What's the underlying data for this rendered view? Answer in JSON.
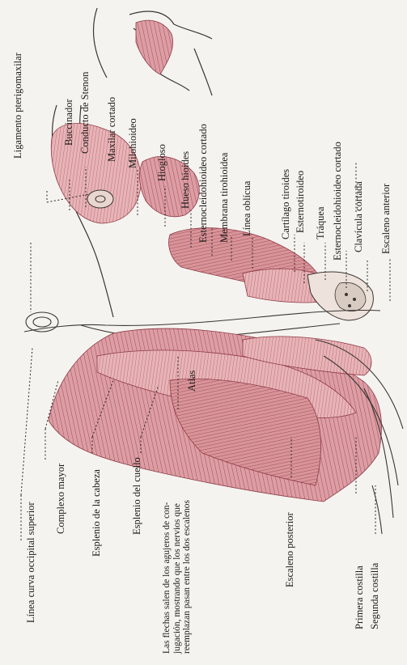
{
  "labels": {
    "ligamento": "Ligamento pterigomaxilar",
    "conducto": "Conducto de Stenon",
    "buccinador": "Buccinador",
    "maxilar": "Maxilar cortado",
    "milohioideo": "Milohioideo",
    "hiogloso": "Hiogloso",
    "hueso_hioides": "Hueso hioides",
    "esternocleido_hioideo": "Esternocleidohioideo cortado",
    "membrana": "Membrana tirohioidea",
    "linea_oblicua": "Línea oblícua",
    "cartilago": "Cartílago tiroides",
    "esternotiroideo": "Esternotiroideo",
    "traquea": "Tráquea",
    "esternocleidohioideo_cortado_2": "Esternocleidohioideo cortado",
    "clavicula": "Clavícula cortada",
    "escaleno_anterior": "Escaleno anterior",
    "atlas": "Atlas",
    "linea_curva": "Línea curva occipital superior",
    "complexo": "Complexo mayor",
    "esplenio_cabeza": "Esplenio de la cabeza",
    "esplenio_cuello": "Esplenio del cuello",
    "escaleno_posterior": "Escaleno posterior",
    "primera_costilla": "Primera costilla",
    "segunda_costilla": "Segunda costilla",
    "note": [
      "Las flechas salen de los agujeros de con-",
      "jugación, mostrando que los nervios que",
      "reemplazan pasan entre los dos escalenos"
    ]
  }
}
